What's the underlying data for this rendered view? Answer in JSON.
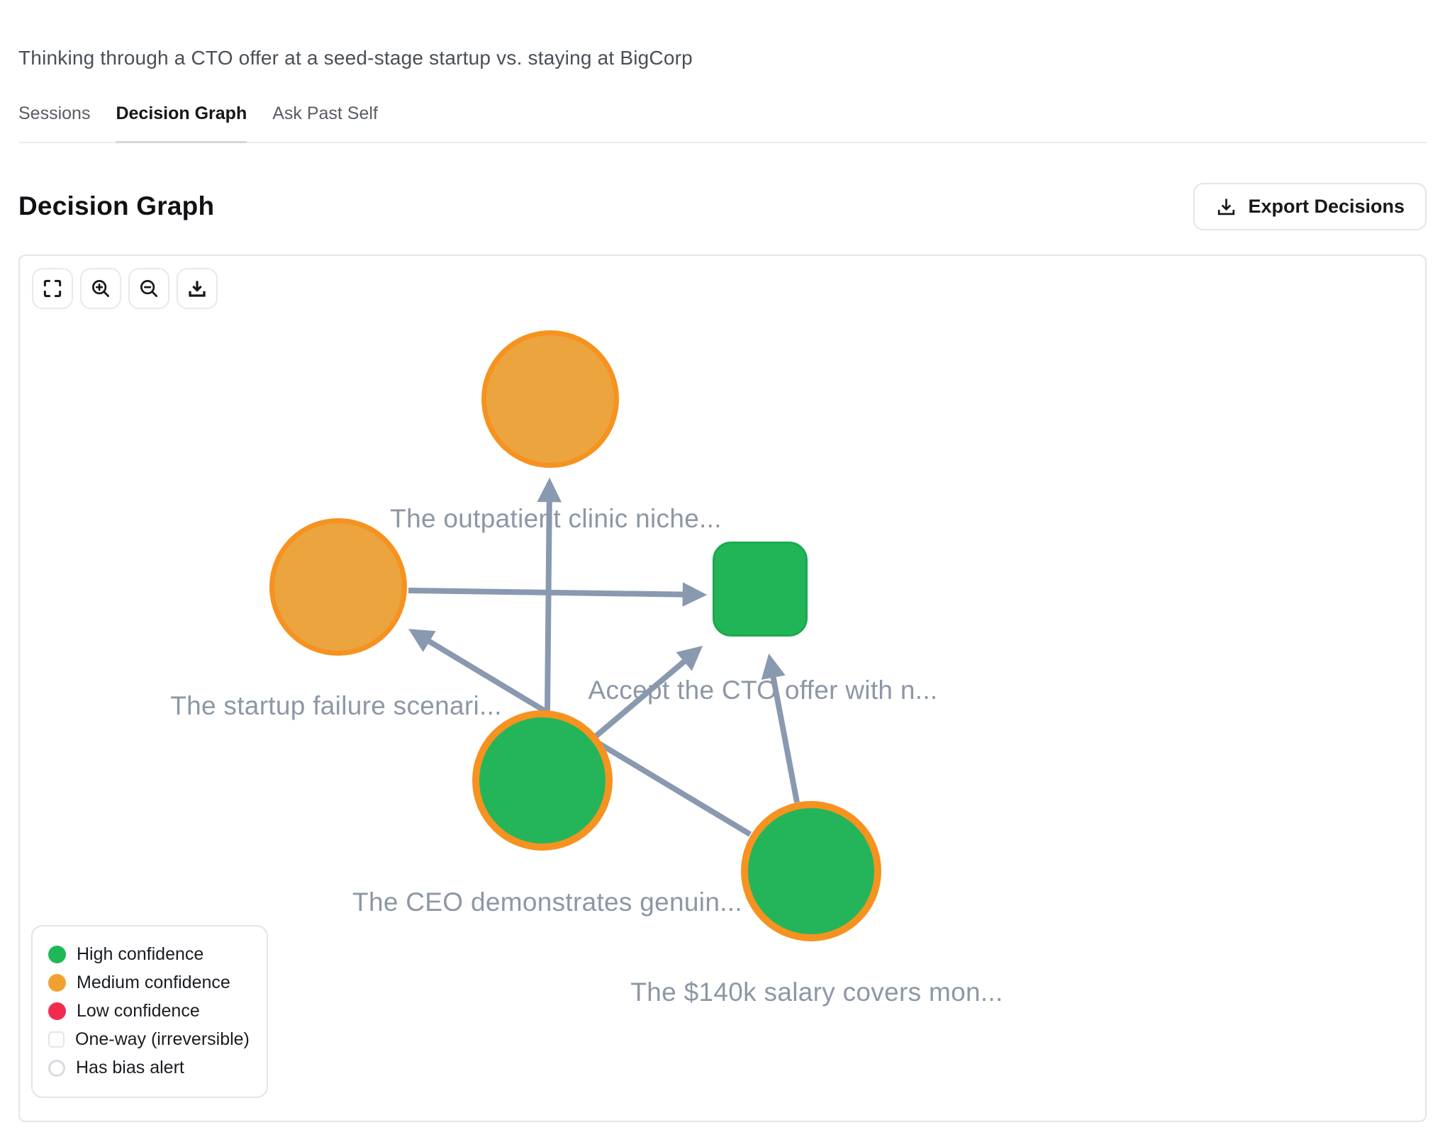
{
  "header": {
    "title": "Thinking through a CTO offer at a seed-stage startup vs. staying at BigCorp",
    "tabs": [
      {
        "label": "Sessions",
        "active": false
      },
      {
        "label": "Decision Graph",
        "active": true
      },
      {
        "label": "Ask Past Self",
        "active": false
      }
    ]
  },
  "section": {
    "heading": "Decision Graph",
    "export_button": {
      "label": "Export Decisions",
      "icon": "download-icon"
    }
  },
  "graph": {
    "toolbar": [
      {
        "name": "fullscreen-button",
        "icon": "fullscreen-icon"
      },
      {
        "name": "zoom-in-button",
        "icon": "zoom-in-icon"
      },
      {
        "name": "zoom-out-button",
        "icon": "zoom-out-icon"
      },
      {
        "name": "download-button",
        "icon": "download-icon"
      }
    ],
    "nodes": [
      {
        "label": "The outpatient clinic niche...",
        "confidence": "medium",
        "shape": "circle",
        "bias_alert": false
      },
      {
        "label": "The startup failure scenari...",
        "confidence": "medium",
        "shape": "circle",
        "bias_alert": false
      },
      {
        "label": "Accept the CTO offer with n...",
        "confidence": "high",
        "shape": "square-one-way",
        "bias_alert": false
      },
      {
        "label": "The CEO demonstrates genuin...",
        "confidence": "high",
        "shape": "circle",
        "bias_alert": true
      },
      {
        "label": "The $140k salary covers mon...",
        "confidence": "high",
        "shape": "circle",
        "bias_alert": true
      }
    ],
    "edges": [
      {
        "from": 3,
        "to": 0
      },
      {
        "from": 1,
        "to": 2
      },
      {
        "from": 4,
        "to": 1
      },
      {
        "from": 3,
        "to": 2
      },
      {
        "from": 4,
        "to": 2
      }
    ],
    "legend": [
      {
        "label": "High confidence",
        "swatch": "green-circle"
      },
      {
        "label": "Medium confidence",
        "swatch": "orange-circle"
      },
      {
        "label": "Low confidence",
        "swatch": "red-circle"
      },
      {
        "label": "One-way (irreversible)",
        "swatch": "outline-square"
      },
      {
        "label": "Has bias alert",
        "swatch": "outline-circle"
      }
    ],
    "colors": {
      "high_confidence": "#22b558",
      "medium_confidence": "#eba43e",
      "low_confidence": "#f12a4e",
      "bias_ring": "#f6921f",
      "edge": "#8899b0"
    }
  }
}
